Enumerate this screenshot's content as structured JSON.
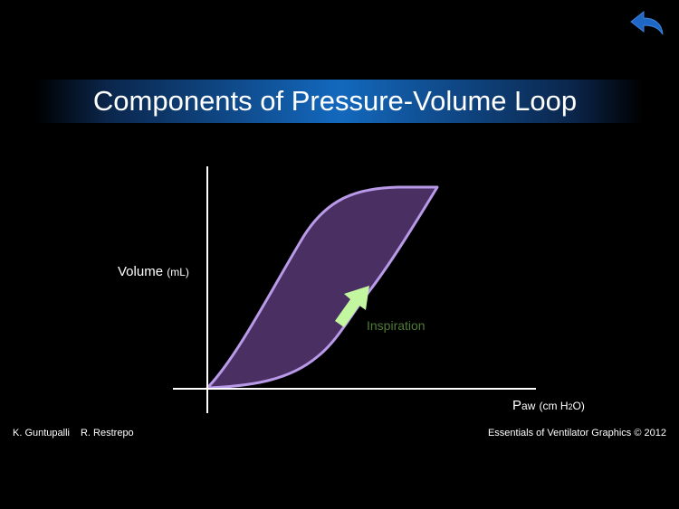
{
  "header": {
    "back_icon": "back-arrow-icon",
    "title": "Components of Pressure-Volume Loop"
  },
  "diagram": {
    "y_axis_label": "Volume",
    "y_axis_unit": "(mL)",
    "x_axis_label": "P",
    "x_axis_label_sub": "aw",
    "x_axis_unit_pre": "(cm H",
    "x_axis_unit_sub": "2",
    "x_axis_unit_post": "O)",
    "arrow_label": "Inspiration",
    "colors": {
      "loop_fill": "#4a2f63",
      "loop_stroke": "#b89ae8",
      "arrow": "#c2f7a0",
      "arrow_label": "#4f7a38",
      "title_band": "#1c6ec8",
      "back_icon": "#1f67c4"
    }
  },
  "footer": {
    "author_1": "K. Guntupalli",
    "author_2": "R. Restrepo",
    "credit": "Essentials of Ventilator Graphics © 2012"
  }
}
